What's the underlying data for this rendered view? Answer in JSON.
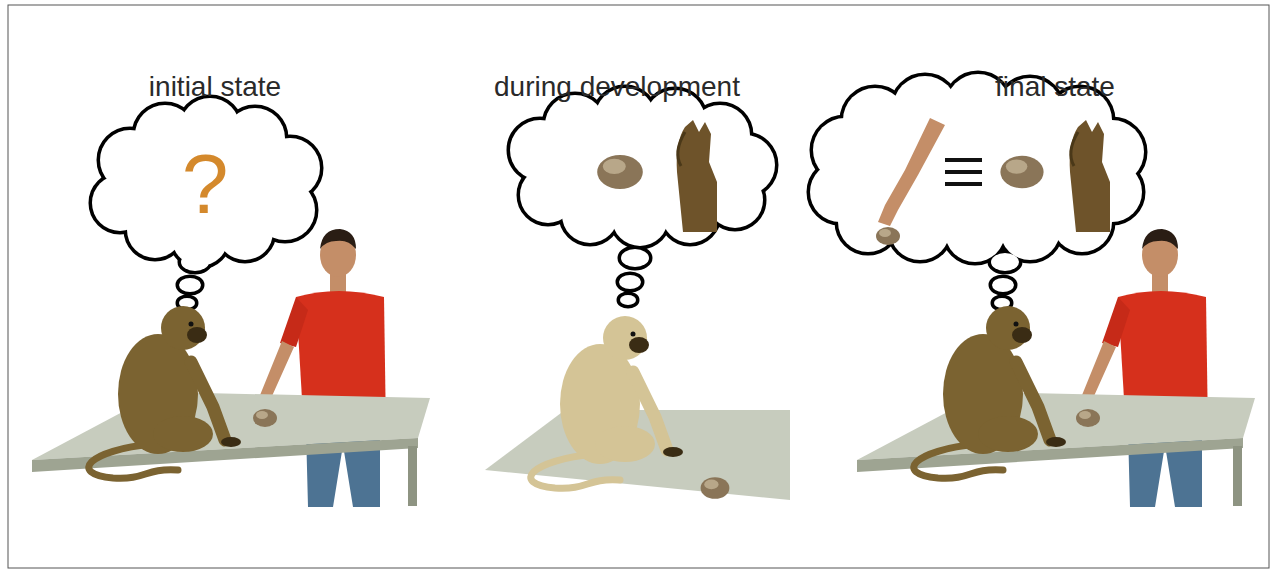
{
  "diagram": {
    "labels": [
      "initial state",
      "during development",
      "final state",
      "?"
    ]
  }
}
